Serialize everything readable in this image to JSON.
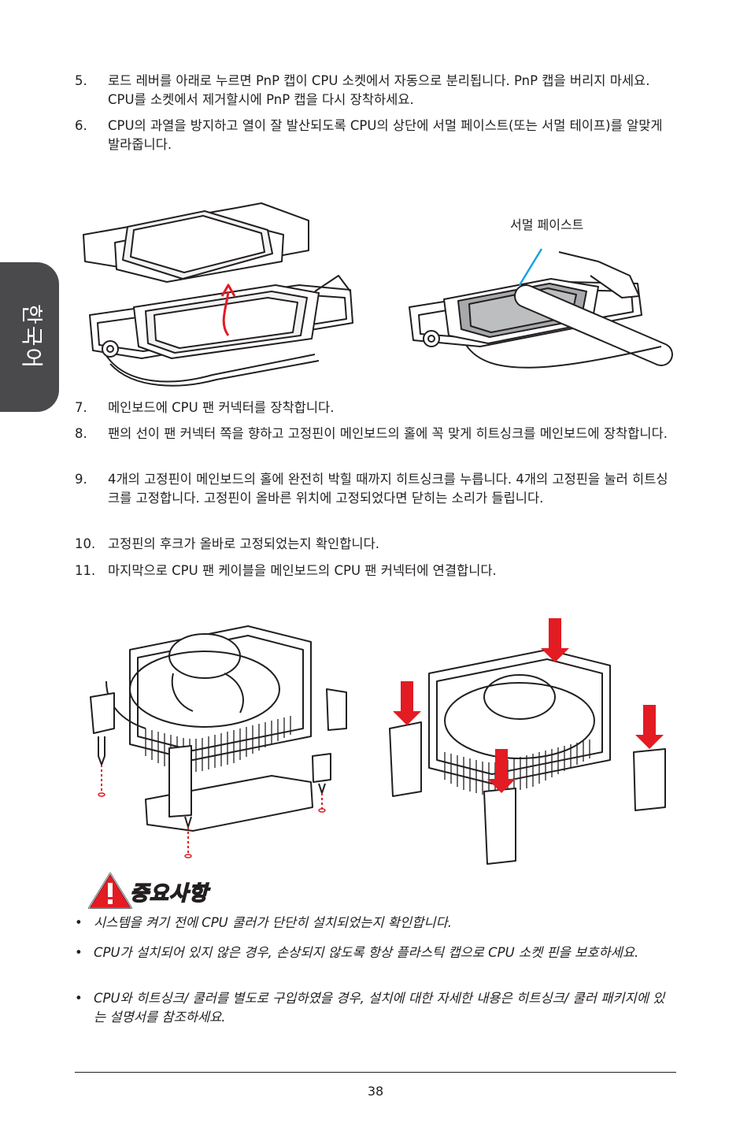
{
  "side_tab": {
    "label": "한국어"
  },
  "steps_top": [
    {
      "num": "5.",
      "text": "로드 레버를 아래로 누르면 PnP 캡이 CPU 소켓에서 자동으로 분리됩니다. PnP 캡을 버리지 마세요. CPU를 소켓에서 제거할시에 PnP 캡을 다시 장착하세요."
    },
    {
      "num": "6.",
      "text": "CPU의 과열을 방지하고 열이 잘 발산되도록 CPU의 상단에 서멀 페이스트(또는 서멀 테이프)를 알맞게 발라줍니다."
    }
  ],
  "figure1": {
    "callout": "서멀 페이스트"
  },
  "steps_mid": [
    {
      "num": "7.",
      "text": "메인보드에 CPU 팬 커넥터를 장착합니다."
    },
    {
      "num": "8.",
      "text": "팬의 선이 팬 커넥터 쪽을 향하고 고정핀이 메인보드의 홀에 꼭 맞게 히트싱크를 메인보드에 장착합니다."
    },
    {
      "num": "9.",
      "text": "4개의 고정핀이 메인보드의 홀에 완전히 박힐 때까지 히트싱크를 누릅니다. 4개의 고정핀을 눌러 히트싱크를 고정합니다. 고정핀이 올바른 위치에 고정되었다면 닫히는 소리가 들립니다."
    },
    {
      "num": "10.",
      "text": "고정핀의 후크가 올바로 고정되었는지 확인합니다."
    },
    {
      "num": "11.",
      "text": "마지막으로 CPU 팬 케이블을 메인보드의 CPU 팬 커넥터에 연결합니다."
    }
  ],
  "important": {
    "title": "중요사항",
    "items": [
      "시스템을 켜기 전에 CPU 쿨러가 단단히 설치되었는지 확인합니다.",
      "CPU가 설치되어 있지 않은 경우, 손상되지 않도록 항상 플라스틱 캡으로 CPU 소켓 핀을 보호하세요.",
      "CPU와 히트싱크/ 쿨러를 별도로 구입하였을 경우, 설치에 대한 자세한 내용은 히트싱크/ 쿨러 패키지에 있는 설명서를 참조하세요."
    ],
    "bullet": "•"
  },
  "colors": {
    "accent_red": "#e31b23",
    "callout_blue": "#1aa3dc",
    "tab_gray": "#4a4a4c",
    "paste_gray": "#a7a9ac"
  },
  "footer": {
    "page_number": "38"
  }
}
